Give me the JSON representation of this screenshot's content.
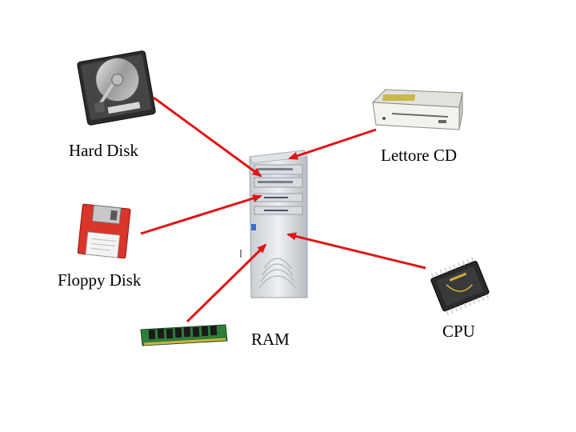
{
  "labels": {
    "hard_disk": "Hard Disk",
    "cd_reader": "Lettore CD",
    "floppy_disk": "Floppy Disk",
    "ram": "RAM",
    "cpu": "CPU"
  },
  "colors": {
    "arrow": "#e01515",
    "background": "#ffffff"
  },
  "icons": [
    "hard-disk-icon",
    "cd-drive-icon",
    "floppy-disk-icon",
    "ram-module-icon",
    "cpu-chip-icon",
    "computer-tower-icon"
  ]
}
